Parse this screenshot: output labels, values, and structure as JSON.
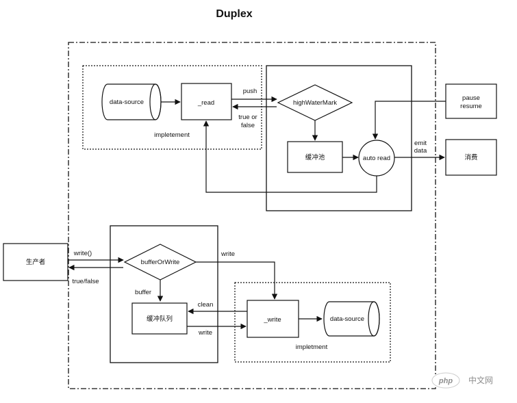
{
  "title": "Duplex",
  "readable": {
    "data_source": "data-source",
    "read": "_read",
    "impl_label": "impletement",
    "push": "push",
    "true_or_false": [
      "true or",
      "false"
    ],
    "high_water_mark": "highWaterMark",
    "buffer_pool": "缓冲池",
    "auto_read": "auto read",
    "pause_resume": [
      "pause",
      "resume"
    ],
    "emit_data": [
      "emit",
      "data"
    ],
    "consume": "消费"
  },
  "writable": {
    "producer": "生产者",
    "write_call": "write()",
    "true_false": "true/false",
    "buffer_or_write": "bufferOrWrite",
    "write_label": "write",
    "buffer_label": "buffer",
    "buffer_queue": "缓冲队列",
    "clean": "clean",
    "write_label2": "write",
    "write_fn": "_write",
    "data_source": "data-source",
    "impl_label": "impletment"
  },
  "watermark": {
    "logo_text": "php",
    "site_text": "中文网"
  }
}
